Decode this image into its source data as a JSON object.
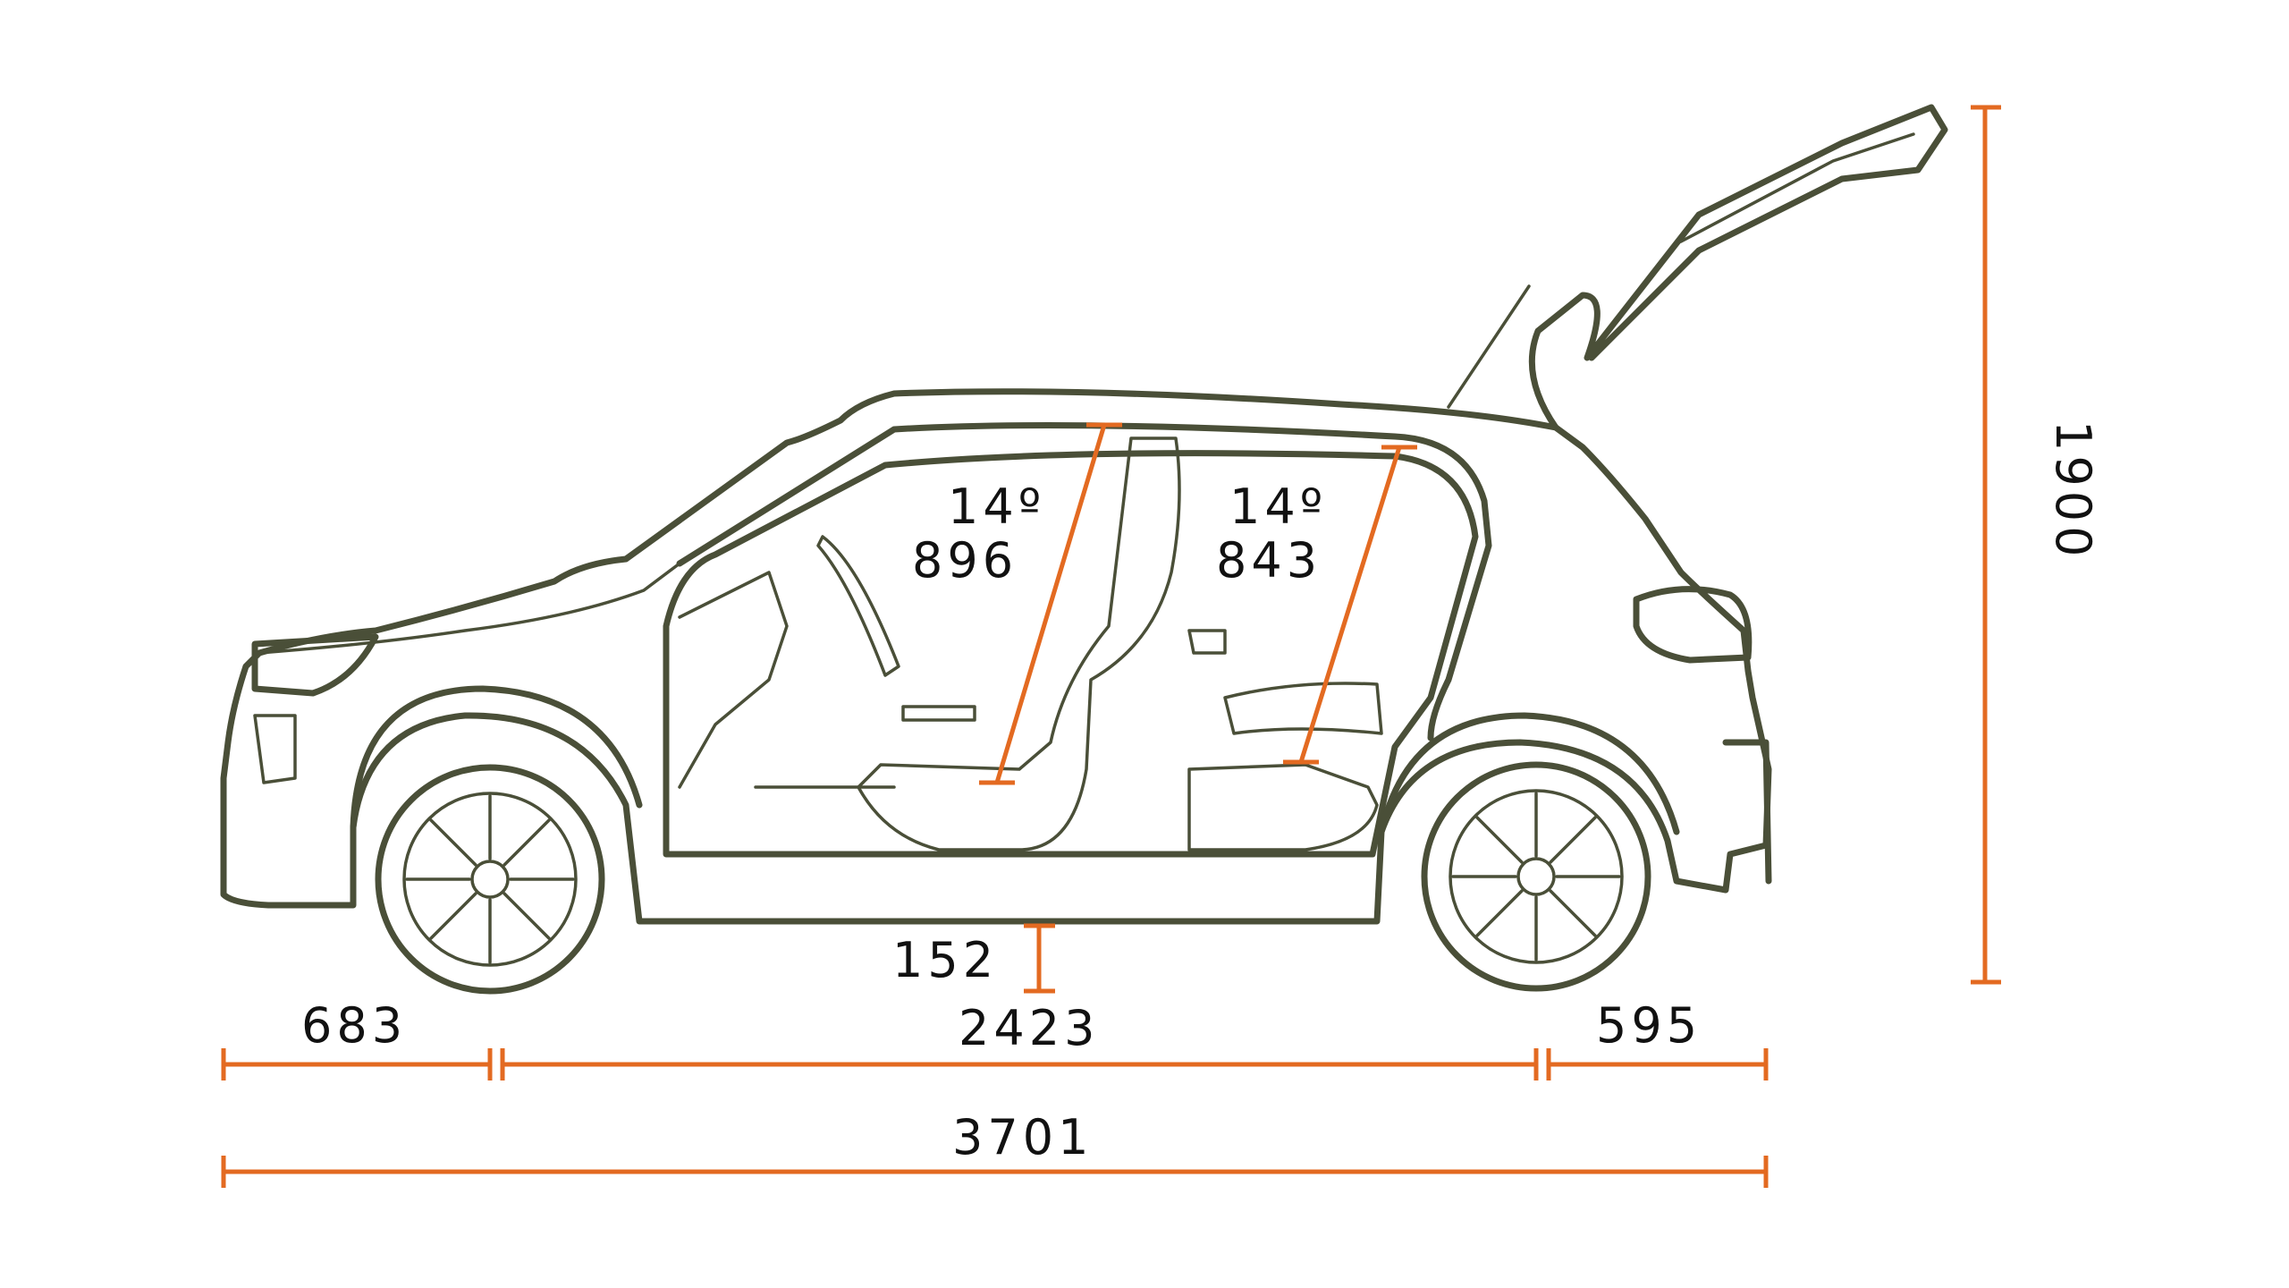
{
  "colors": {
    "car_outline": "#4a4f38",
    "dimension": "#e36a21",
    "text": "#111111",
    "background": "#ffffff"
  },
  "dimensions": {
    "front_overhang": "683",
    "wheelbase": "2423",
    "rear_overhang": "595",
    "overall_length": "3701",
    "overall_height": "1900",
    "ground_clearance": "152",
    "front_headroom": "896",
    "rear_headroom": "843",
    "front_seat_angle": "14º",
    "rear_seat_angle": "14º"
  }
}
